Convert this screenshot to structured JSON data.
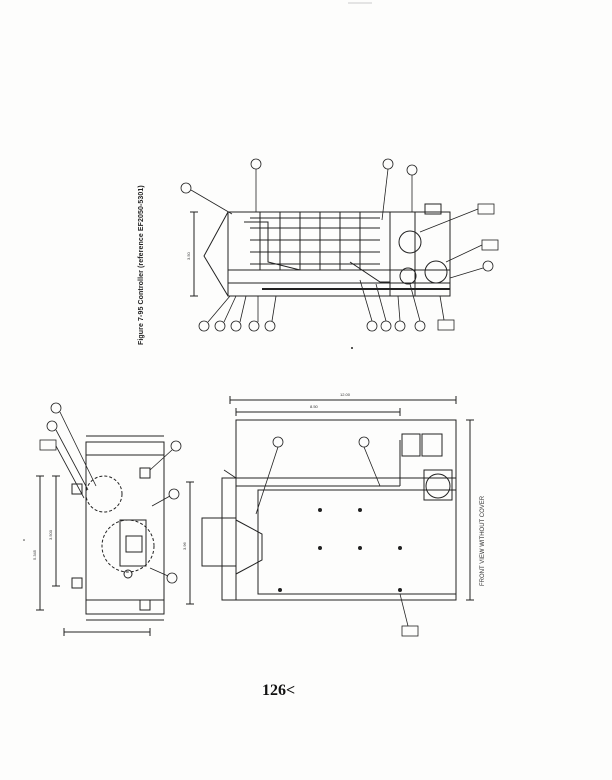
{
  "figure": {
    "caption": "Figure 7-95  Controller (reference EF2050-5301)",
    "front_view_label": "FRONT VIEW WITHOUT COVER"
  },
  "page": {
    "number": "126<"
  }
}
